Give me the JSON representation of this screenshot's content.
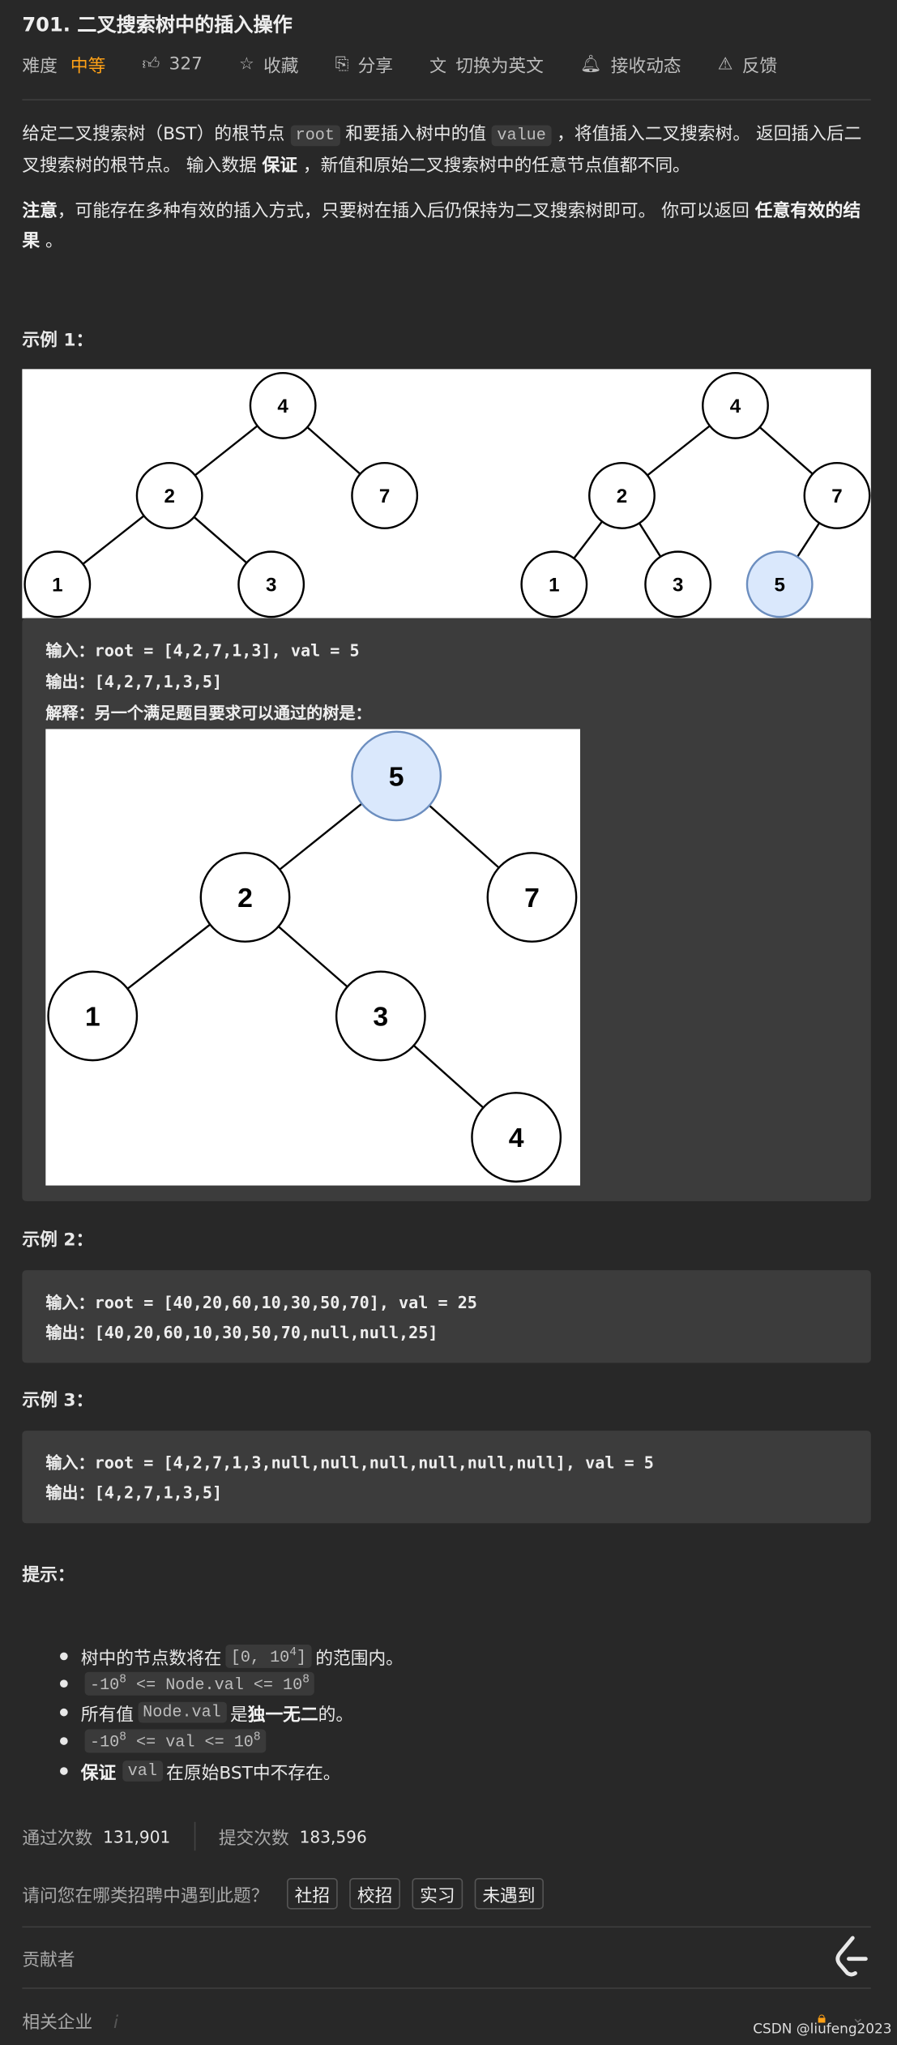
{
  "title": "701. 二叉搜索树中的插入操作",
  "toolbar": {
    "difficulty_label": "难度",
    "difficulty": "中等",
    "likes": "327",
    "favorite": "收藏",
    "share": "分享",
    "switch_lang": "切换为英文",
    "subscribe": "接收动态",
    "feedback": "反馈"
  },
  "colors": {
    "accent": "#ffa116",
    "background": "#282828",
    "example_bg": "#3c3c3c",
    "new_node": "#dae8fc"
  },
  "description": {
    "p1_a": "给定二叉搜索树（BST）的根节点 ",
    "p1_code1": "root",
    "p1_b": " 和要插入树中的值 ",
    "p1_code2": "value",
    "p1_c": " ，将值插入二叉搜索树。 返回插入后二叉搜索树的根节点。 输入数据 ",
    "p1_bold": "保证",
    "p1_d": " ，新值和原始二叉搜索树中的任意节点值都不同。",
    "p2_bold1": "注意",
    "p2_a": "，可能存在多种有效的插入方式，只要树在插入后仍保持为二叉搜索树即可。 你可以返回 ",
    "p2_bold2": "任意有效的结果",
    "p2_b": " 。"
  },
  "examples": [
    {
      "heading": "示例 1：",
      "input_label": "输入：",
      "input": "root = [4,2,7,1,3], val = 5",
      "output_label": "输出：",
      "output": "[4,2,7,1,3,5]",
      "explain_label": "解释：",
      "explain": "另一个满足题目要求可以通过的树是：",
      "tree_before": [
        "4",
        "2",
        "7",
        "1",
        "3"
      ],
      "tree_after": [
        "4",
        "2",
        "7",
        "1",
        "3",
        "5"
      ],
      "tree_alt": [
        "5",
        "2",
        "7",
        "1",
        "3",
        "4"
      ]
    },
    {
      "heading": "示例 2：",
      "input_label": "输入：",
      "input": "root = [40,20,60,10,30,50,70], val = 25",
      "output_label": "输出：",
      "output": "[40,20,60,10,30,50,70,null,null,25]"
    },
    {
      "heading": "示例 3：",
      "input_label": "输入：",
      "input": "root = [4,2,7,1,3,null,null,null,null,null,null], val = 5",
      "output_label": "输出：",
      "output": "[4,2,7,1,3,5]"
    }
  ],
  "hints": {
    "heading": "提示：",
    "h1_a": "树中的节点数将在 ",
    "h1_code": "[0,  10",
    "h1_sup": "4",
    "h1_code_end": "]",
    "h1_b": " 的范围内。",
    "h2_a": "-10",
    "h2_sup1": "8",
    "h2_b": " <= Node.val <= 10",
    "h2_sup2": "8",
    "h3_a": "所有值 ",
    "h3_code": "Node.val",
    "h3_b": " 是 ",
    "h3_bold": "独一无二",
    "h3_c": " 的。",
    "h4_a": "-10",
    "h4_sup1": "8",
    "h4_b": " <= val <= 10",
    "h4_sup2": "8",
    "h5_bold": "保证",
    "h5_code": "val",
    "h5_b": " 在原始BST中不存在。"
  },
  "stats": {
    "accepted_label": "通过次数",
    "accepted": "131,901",
    "submitted_label": "提交次数",
    "submitted": "183,596"
  },
  "survey": {
    "question": "请问您在哪类招聘中遇到此题？",
    "options": [
      "社招",
      "校招",
      "实习",
      "未遇到"
    ]
  },
  "contributors": "贡献者",
  "companies": "相关企业",
  "watermark": "CSDN @liufeng2023"
}
